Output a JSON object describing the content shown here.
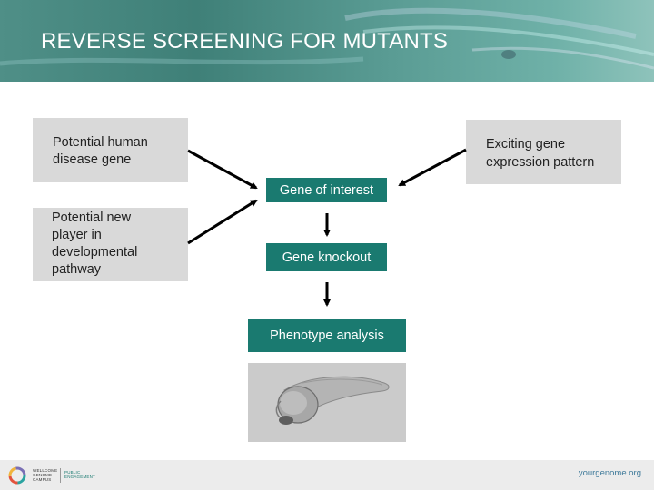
{
  "header": {
    "title": "REVERSE SCREENING FOR MUTANTS"
  },
  "boxes": {
    "human_disease": [
      "Potential human",
      "disease gene"
    ],
    "expression_pattern": [
      "Exciting gene",
      "expression pattern"
    ],
    "developmental": [
      "Potential new",
      "player in",
      "developmental",
      "pathway"
    ],
    "gene_of_interest": "Gene of interest",
    "gene_knockout": "Gene knockout",
    "phenotype_analysis": "Phenotype analysis"
  },
  "footer": {
    "logo_line1": "WELLCOME",
    "logo_line2": "GENOME",
    "logo_line3": "CAMPUS",
    "logo_sub1": "PUBLIC",
    "logo_sub2": "ENGAGEMENT",
    "url": "yourgenome.org"
  },
  "colors": {
    "header": "#3f8078",
    "green_box": "#1a7a70",
    "grey_box": "#d9d9d9",
    "footer": "#ececec"
  }
}
